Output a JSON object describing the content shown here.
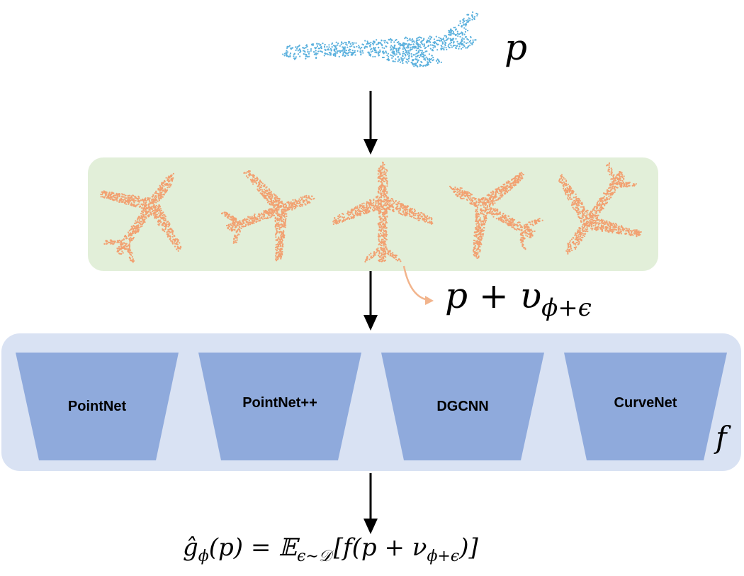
{
  "input_symbol": "p",
  "perturbed_expr": "p + υ",
  "perturbed_sub": "ϕ+ϵ",
  "models": [
    {
      "label": "PointNet"
    },
    {
      "label": "PointNet++"
    },
    {
      "label": "DGCNN"
    },
    {
      "label": "CurveNet"
    }
  ],
  "model_symbol": "f",
  "formula": {
    "lhs": "ĝ",
    "lhs_sub": "ϕ",
    "lhs_arg": "(p) = 𝔼",
    "exp_sub": "ϵ∼𝒟",
    "rhs": "[f(p + ν",
    "rhs_sub": "ϕ+ϵ",
    "rhs_end": ")]"
  },
  "colors": {
    "input_points": "#5ab0dd",
    "augmented_points": "#f2a070",
    "augment_panel": "#e2efd9",
    "model_panel": "#d9e2f3",
    "model_shape": "#8faadc",
    "curve_arrow": "#f2b48c"
  }
}
